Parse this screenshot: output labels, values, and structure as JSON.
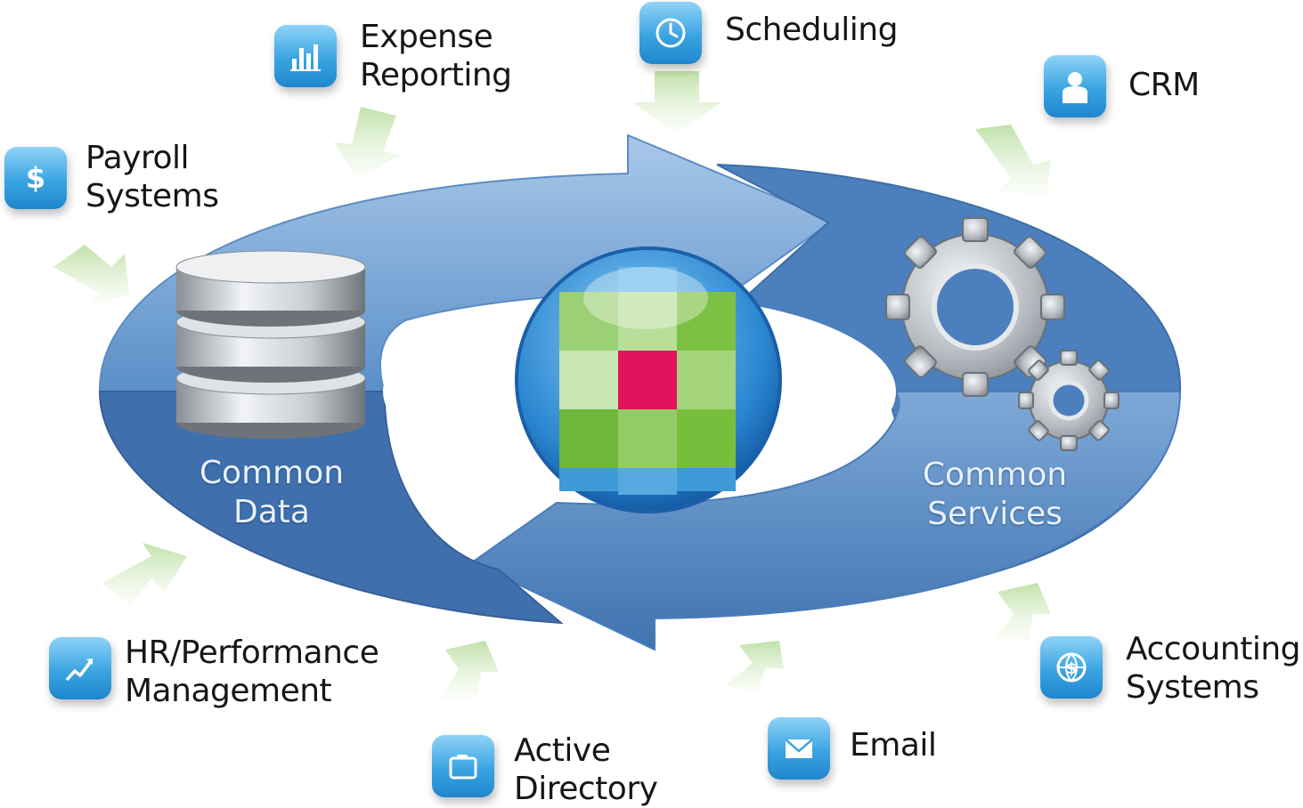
{
  "center": {
    "left_label_line1": "Common",
    "left_label_line2": "Data",
    "right_label_line1": "Common",
    "right_label_line2": "Services"
  },
  "nodes": {
    "expense": {
      "line1": "Expense",
      "line2": "Reporting",
      "icon": "bar-chart-icon"
    },
    "scheduling": {
      "line1": "Scheduling",
      "icon": "clock-icon"
    },
    "crm": {
      "line1": "CRM",
      "icon": "person-icon"
    },
    "payroll": {
      "line1": "Payroll",
      "line2": "Systems",
      "icon": "dollar-icon"
    },
    "hr": {
      "line1": "HR/Performance",
      "line2": "Management",
      "icon": "trend-chart-icon"
    },
    "active_directory": {
      "line1": "Active",
      "line2": "Directory",
      "icon": "folder-icon"
    },
    "email": {
      "line1": "Email",
      "icon": "envelope-icon"
    },
    "accounting": {
      "line1": "Accounting",
      "line2": "Systems",
      "icon": "globe-dollar-icon"
    }
  },
  "colors": {
    "cycle_blue": "#4f86c1",
    "cycle_light": "#8fb5dd",
    "tile_blue": "#3aa4e2",
    "feed_arrow_green": "#cfe9bf",
    "logo_green": "#7dc142",
    "logo_pink": "#e2125e"
  }
}
